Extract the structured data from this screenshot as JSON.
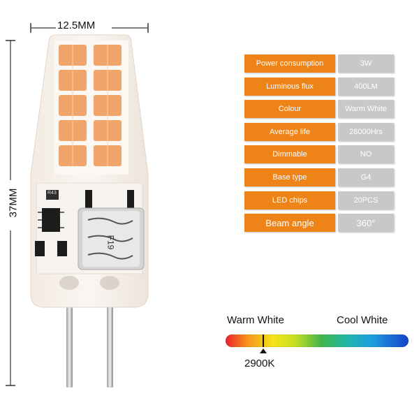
{
  "dimensions": {
    "width_label": "12.5MM",
    "height_label": "37MM"
  },
  "specs": [
    {
      "label": "Power consumption",
      "value": "3W"
    },
    {
      "label": "Luminous flux",
      "value": "400LM"
    },
    {
      "label": "Colour",
      "value": "Warm White"
    },
    {
      "label": "Average life",
      "value": "28000Hrs"
    },
    {
      "label": "Dimmable",
      "value": "NO"
    },
    {
      "label": "Base type",
      "value": "G4"
    },
    {
      "label": "LED chips",
      "value": "20PCS"
    },
    {
      "label": "Beam angle",
      "value": "360°"
    }
  ],
  "pcb_marking": "R43",
  "component_marking": "F19",
  "color_temperature": {
    "warm_label": "Warm White",
    "cool_label": "Cool White",
    "value_label": "2900K"
  },
  "colors": {
    "label_bg": "#ee8418",
    "value_bg": "#c8c8c8",
    "led_color": "#f1a56a"
  }
}
